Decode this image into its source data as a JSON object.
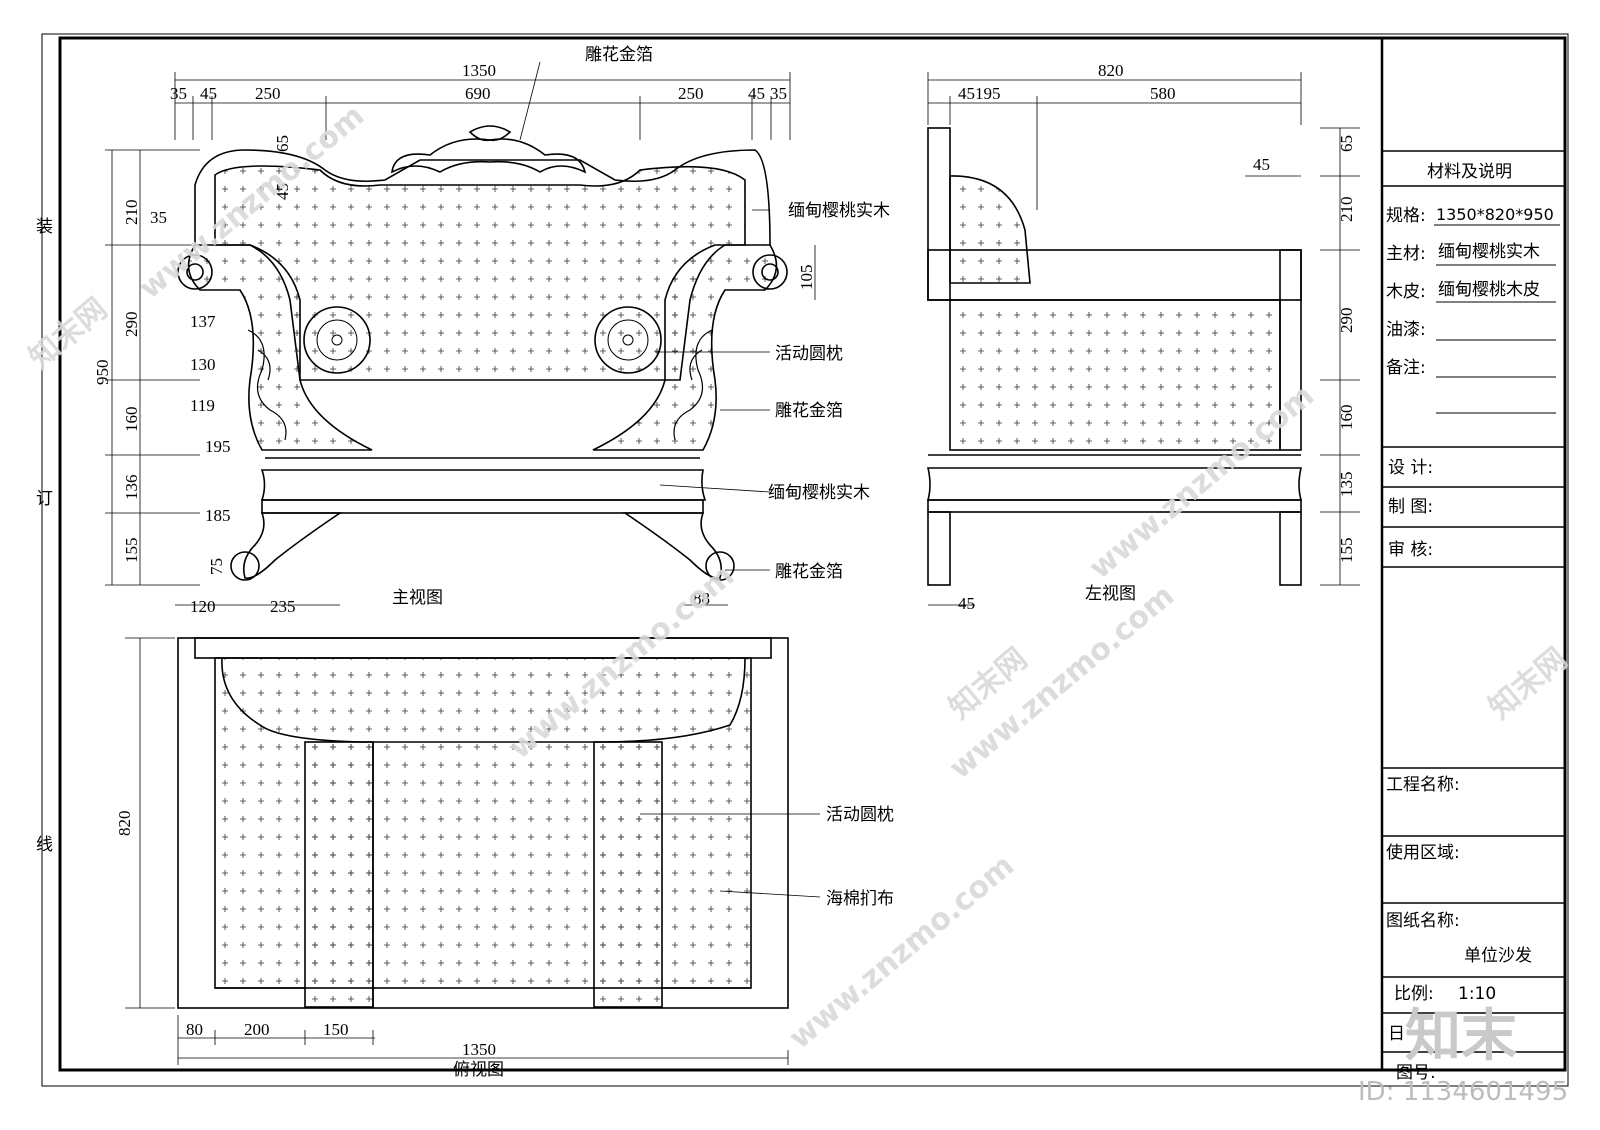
{
  "binding_margin": {
    "zhuang": "装",
    "ding": "订",
    "xian": "线"
  },
  "front_view": {
    "caption": "主视图",
    "dims_top": [
      "35",
      "45",
      "250",
      "690",
      "250",
      "45",
      "35"
    ],
    "dim_total": "1350",
    "dims_left": [
      "210",
      "290",
      "160",
      "136",
      "155"
    ],
    "dim_height": "950",
    "dims_inner": [
      "65",
      "45",
      "35",
      "137",
      "130",
      "119",
      "195",
      "185",
      "75"
    ],
    "dims_bottom": [
      "120",
      "235",
      "88"
    ],
    "dim_right": "105",
    "labels": [
      "雕花金箔",
      "缅甸樱桃实木",
      "活动圆枕",
      "雕花金箔",
      "缅甸樱桃实木",
      "雕花金箔"
    ]
  },
  "side_view": {
    "caption": "左视图",
    "dim_total": "820",
    "dims_top": [
      "45195",
      "580"
    ],
    "dims_right": [
      "65",
      "210",
      "290",
      "160",
      "135",
      "155"
    ],
    "dim_inner": "45",
    "dim_bottom": "45"
  },
  "top_view": {
    "caption": "俯视图",
    "dim_height": "820",
    "dims_bottom": [
      "80",
      "200",
      "150"
    ],
    "dim_total": "1350",
    "labels": [
      "活动圆枕",
      "海棉扪布"
    ]
  },
  "title_block": {
    "heading": "材料及说明",
    "spec_label": "规格:",
    "spec_value": "1350*820*950",
    "main_label": "主材:",
    "main_value": "缅甸樱桃实木",
    "veneer_label": "木皮:",
    "veneer_value": "缅甸樱桃木皮",
    "paint_label": "油漆:",
    "note_label": "备注:",
    "design_label": "设 计:",
    "draw_label": "制 图:",
    "review_label": "审 核:",
    "project_label": "工程名称:",
    "area_label": "使用区域:",
    "drawing_name_label": "图纸名称:",
    "drawing_name_value": "单位沙发",
    "scale_label": "比例:",
    "scale_value": "1:10",
    "date_label": "日",
    "number_label": "图号:"
  },
  "watermark": {
    "site": "www.znzmo.com",
    "brand": "知末网",
    "logo": "知末",
    "id": "ID: 1134601495"
  },
  "colors": {
    "line": "#000000",
    "hatch": "#333333",
    "watermark": "#d8d8d8"
  }
}
